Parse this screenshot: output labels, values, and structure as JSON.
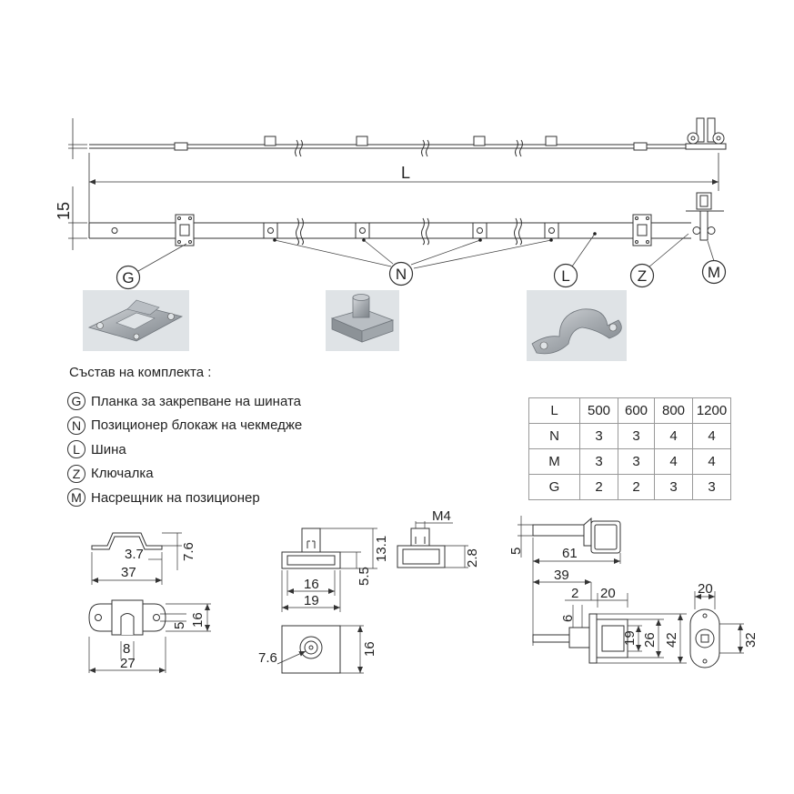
{
  "drawing": {
    "dim_L": "L",
    "dim_15": "15",
    "callouts": [
      "G",
      "N",
      "L",
      "Z",
      "M"
    ]
  },
  "legend": {
    "title": "Състав на комплекта :",
    "items": [
      {
        "letter": "G",
        "text": "Планка за закрепване на шината"
      },
      {
        "letter": "N",
        "text": "Позиционер блокаж на чекмедже"
      },
      {
        "letter": "L",
        "text": "Шина"
      },
      {
        "letter": "Z",
        "text": "Ключалка"
      },
      {
        "letter": "M",
        "text": "Насрещник на позиционер"
      }
    ]
  },
  "table": {
    "rows": [
      [
        "L",
        "500",
        "600",
        "800",
        "1200"
      ],
      [
        "N",
        "3",
        "3",
        "4",
        "4"
      ],
      [
        "M",
        "3",
        "3",
        "4",
        "4"
      ],
      [
        "G",
        "2",
        "2",
        "3",
        "3"
      ]
    ]
  },
  "details": {
    "plate": {
      "d1": "3.7",
      "d2": "37",
      "d3": "7.6",
      "d4": "8",
      "d5": "27",
      "d6": "16",
      "d7": "5"
    },
    "positioner": {
      "d1": "16",
      "d2": "19",
      "d3": "13.1",
      "d4": "5.5",
      "d5": "7.6",
      "d6": "16",
      "d7": "M4",
      "d8": "2.8"
    },
    "lock": {
      "d1": "5",
      "d2": "61",
      "d3": "39",
      "d4": "2",
      "d5": "20",
      "d6": "6",
      "d7": "19",
      "d8": "26",
      "d9": "42",
      "d10": "20",
      "d11": "32"
    }
  },
  "colors": {
    "line": "#333333",
    "photo_metal": "#a9adb2",
    "photo_bg": "#dfe3e6",
    "table_border": "#999999"
  }
}
